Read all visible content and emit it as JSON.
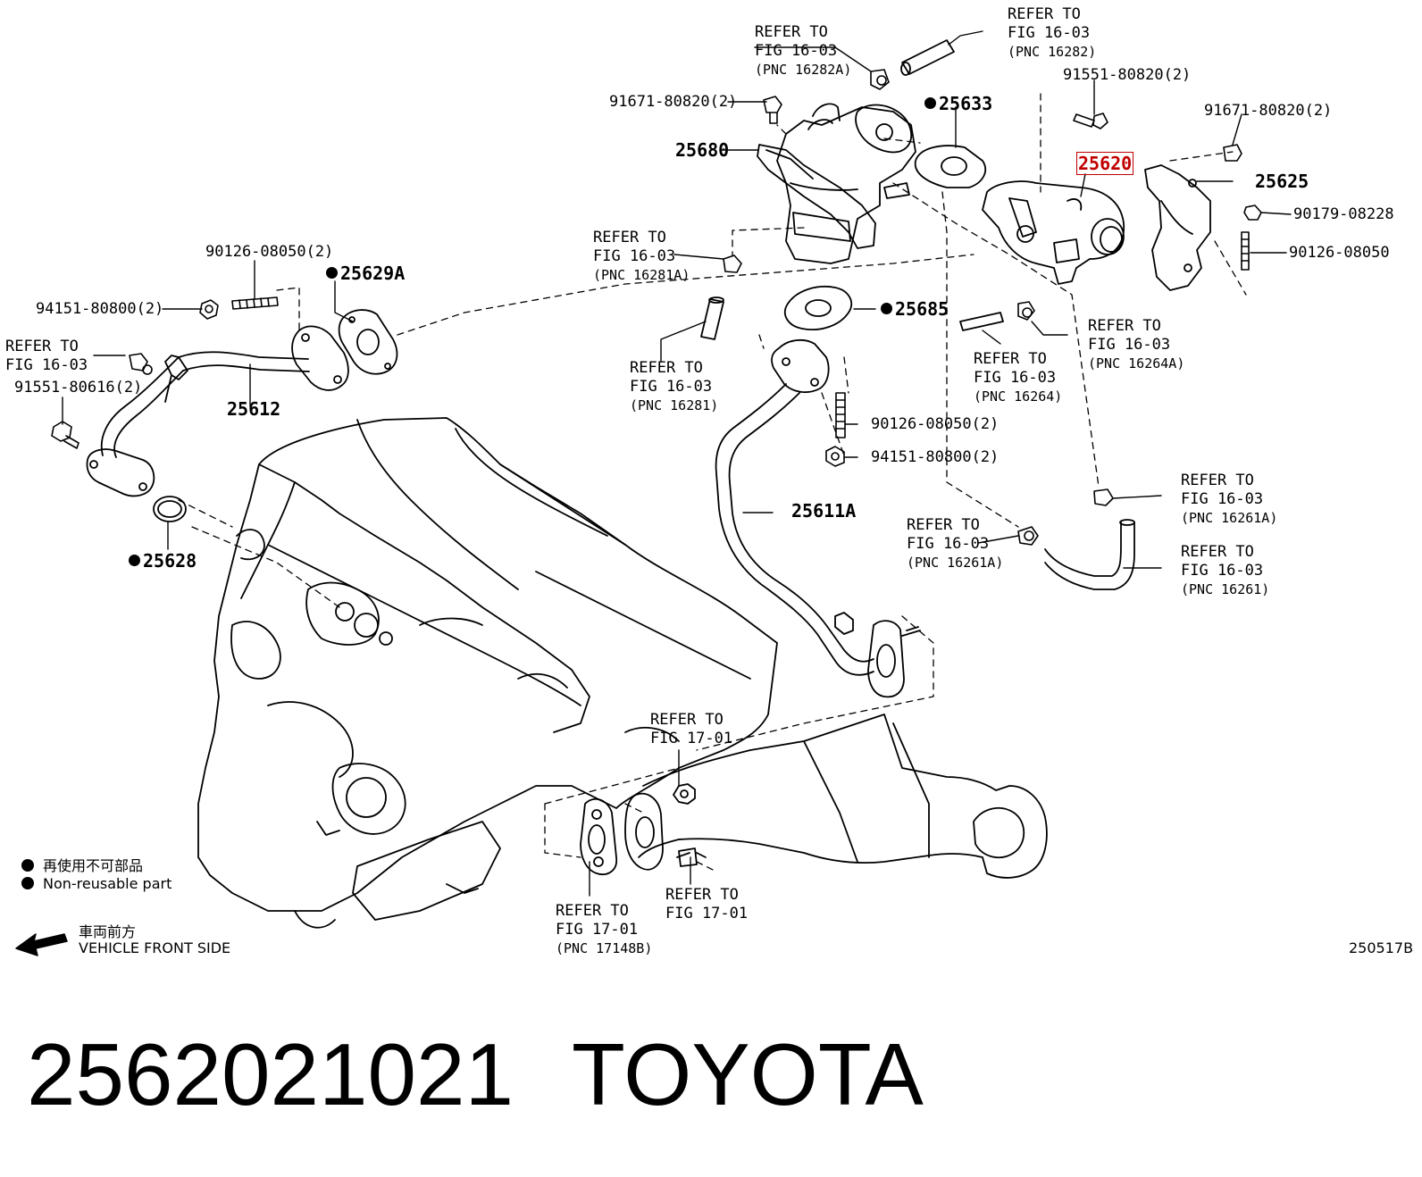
{
  "refs": {
    "r1": {
      "line1": "REFER TO",
      "line2": "FIG 16-03",
      "pnc": "(PNC 16282A)"
    },
    "r2": {
      "line1": "REFER TO",
      "line2": "FIG 16-03",
      "pnc": "(PNC 16282)"
    },
    "r3": {
      "line1": "REFER TO",
      "line2": "FIG 16-03",
      "pnc": "(PNC 16281A)"
    },
    "r4": {
      "line1": "REFER TO",
      "line2": "FIG 16-03",
      "pnc": "(PNC 16281)"
    },
    "r5": {
      "line1": "REFER TO",
      "line2": "FIG 16-03",
      "pnc": "(PNC 16264)"
    },
    "r6": {
      "line1": "REFER TO",
      "line2": "FIG 16-03",
      "pnc": "(PNC 16264A)"
    },
    "r7": {
      "line1": "REFER TO",
      "line2": "FIG 16-03"
    },
    "r8": {
      "line1": "REFER TO",
      "line2": "FIG 16-03",
      "pnc": "(PNC 16261A)"
    },
    "r9": {
      "line1": "REFER TO",
      "line2": "FIG 16-03",
      "pnc": "(PNC 16261A)"
    },
    "r10": {
      "line1": "REFER TO",
      "line2": "FIG 16-03",
      "pnc": "(PNC 16261)"
    },
    "r11": {
      "line1": "REFER TO",
      "line2": "FIG 17-01"
    },
    "r12": {
      "line1": "REFER TO",
      "line2": "FIG 17-01",
      "pnc": "(PNC 17148B)"
    },
    "r13": {
      "line1": "REFER TO",
      "line2": "FIG 17-01"
    }
  },
  "parts": {
    "p25680": "25680",
    "p25633": "25633",
    "p25620": "25620",
    "p25625": "25625",
    "p25629A": "25629A",
    "p25685": "25685",
    "p25612": "25612",
    "p25611A": "25611A",
    "p25628": "25628"
  },
  "fasteners": {
    "f1": "91671-80820(2)",
    "f2": "91551-80820(2)",
    "f3": "91671-80820(2)",
    "f4": "90179-08228",
    "f5": "90126-08050",
    "f6": "90126-08050(2)",
    "f7": "94151-80800(2)",
    "f8": "91551-80616(2)",
    "f9": "90126-08050(2)",
    "f10": "94151-80800(2)"
  },
  "legend": {
    "nonreusable_jp": "再使用不可部品",
    "nonreusable_en": "Non-reusable part",
    "front_jp": "車両前方",
    "front_en": "VEHICLE FRONT SIDE"
  },
  "diagram_id": "250517B",
  "footer": {
    "part_number": "2562021021",
    "brand": "TOYOTA"
  },
  "colors": {
    "highlight": "#c00000",
    "ink": "#000000"
  }
}
